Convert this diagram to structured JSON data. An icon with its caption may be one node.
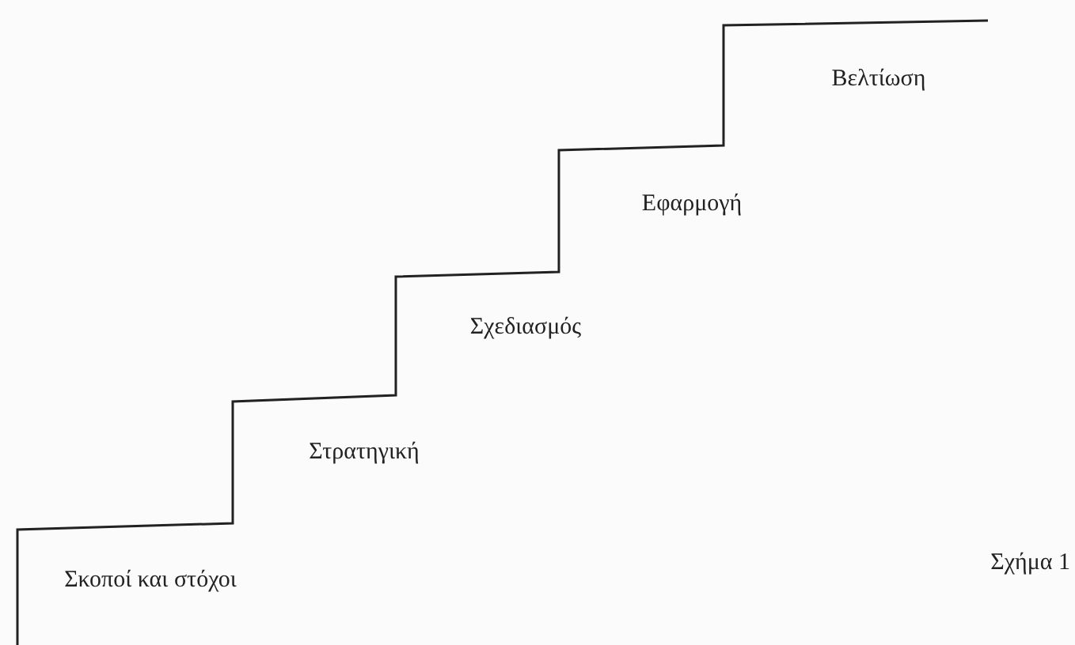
{
  "diagram": {
    "labels": [
      "Σκοποί και στόχοι",
      "Στρατηγική",
      "Σχεδιασμός",
      "Εφαρμογή",
      "Βελτίωση",
      "Σχήμα 1"
    ]
  }
}
